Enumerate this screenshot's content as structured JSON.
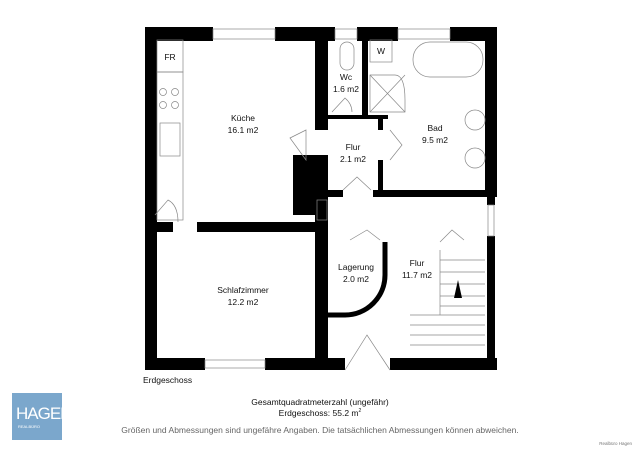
{
  "floor_label": "Erdgeschoss",
  "rooms": [
    {
      "name": "Küche",
      "area": "16.1 m2"
    },
    {
      "name": "Wc",
      "area": "1.6 m2"
    },
    {
      "name": "Bad",
      "area": "9.5 m2"
    },
    {
      "name": "Flur",
      "area": "2.1 m2"
    },
    {
      "name": "Flur",
      "area": "11.7 m2"
    },
    {
      "name": "Lagerung",
      "area": "2.0 m2"
    },
    {
      "name": "Schlafzimmer",
      "area": "12.2 m2"
    }
  ],
  "fixtures": {
    "fridge": "FR",
    "washer": "W"
  },
  "summary": {
    "title": "Gesamtquadratmeterzahl (ungefähr)",
    "floor_total": "Erdgeschoss: 55.2 m",
    "unit_sup": "2",
    "disclaimer": "Größen und Abmessungen sind ungefähre Angaben. Die tatsächlichen Abmessungen können abweichen."
  },
  "logo": {
    "name": "HAGEN",
    "sub": "REALBÜRO",
    "color": "#7ba7cc"
  },
  "credit": "Realbüro Hagen"
}
